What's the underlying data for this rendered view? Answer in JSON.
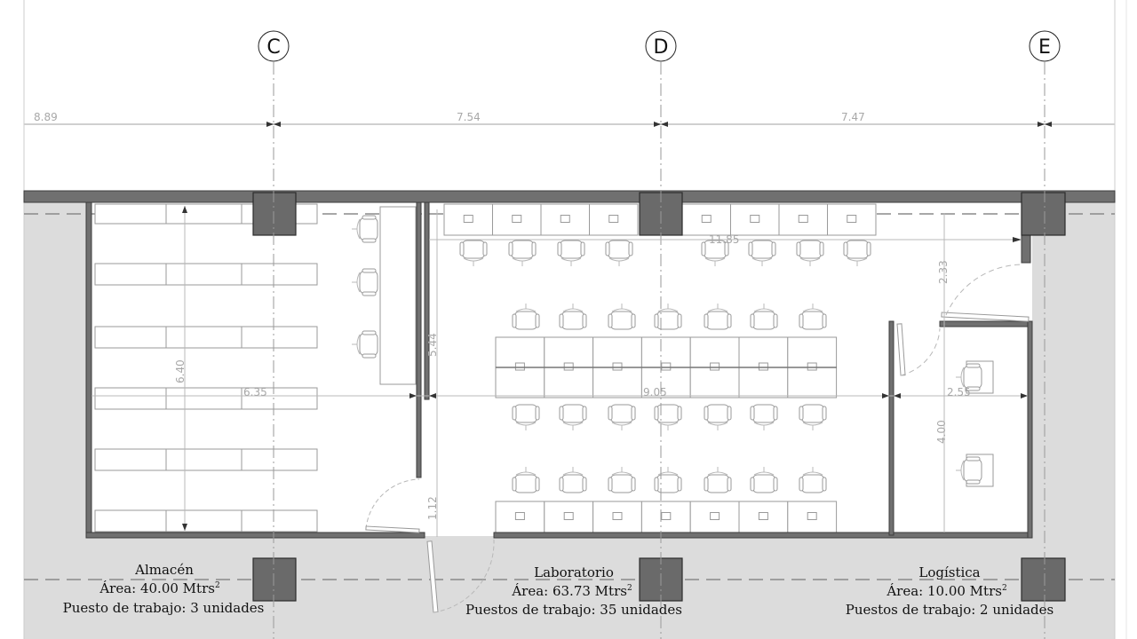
{
  "grid_axes": [
    "C",
    "D",
    "E"
  ],
  "dimensions": {
    "top": [
      "8.89",
      "7.54",
      "7.47"
    ],
    "lab_width": "11.85",
    "logistica_depth_top": "2.33",
    "partition_height": "5.44",
    "almacen_depth": "6.40",
    "almacen_width": "6.35",
    "lab_inner_width": "9.05",
    "logistica_width": "2.55",
    "logistica_depth": "4.00",
    "door_width": "1.12"
  },
  "rooms": [
    {
      "name": "Almacén",
      "area_label": "Área: 40.00 Mtrs",
      "exp": "2",
      "work_label": "Puesto de trabajo: 3 unidades"
    },
    {
      "name": "Laboratorio",
      "area_label": "Área: 63.73  Mtrs",
      "exp": "2",
      "work_label": "Puestos de trabajo: 35 unidades"
    },
    {
      "name": "Logística",
      "area_label": "Área: 10.00  Mtrs",
      "exp": "2",
      "work_label": "Puestos de trabajo: 2 unidades"
    }
  ],
  "colors": {
    "wall": "#707070",
    "column": "#6a6a6a",
    "exterior": "#dcdcdc"
  }
}
